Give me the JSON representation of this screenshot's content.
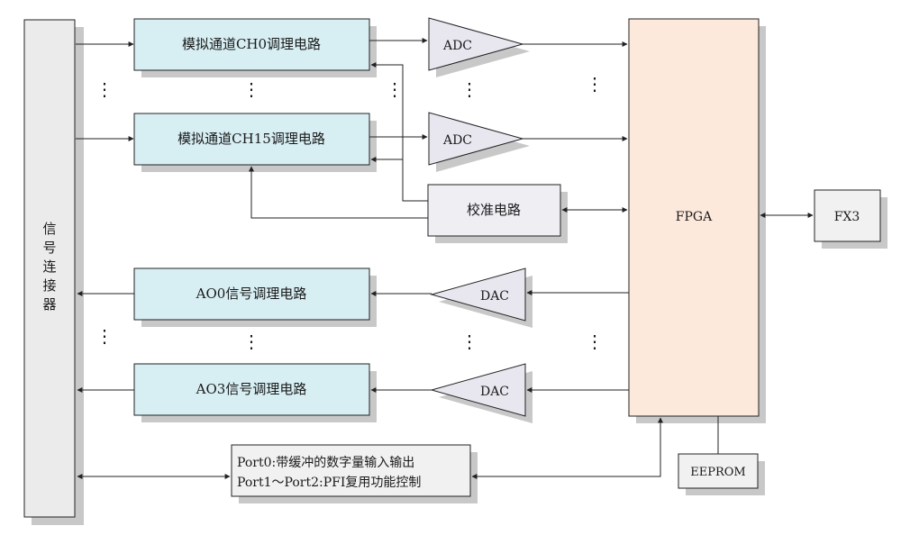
{
  "connector_label": [
    "信",
    "号",
    "连",
    "接",
    "器"
  ],
  "blocks": {
    "ch0": "模拟通道CH0调理电路",
    "ch15": "模拟通道CH15调理电路",
    "ao0": "AO0信号调理电路",
    "ao3": "AO3信号调理电路",
    "calibration": "校准电路",
    "fpga": "FPGA",
    "fx3": "FX3",
    "eeprom": "EEPROM",
    "port_line1": "Port0:带缓冲的数字量输入输出",
    "port_line2": "Port1～Port2:PFI复用功能控制"
  },
  "amplifiers": {
    "adc_top": "ADC",
    "adc_bottom": "ADC",
    "dac_top": "DAC",
    "dac_bottom": "DAC"
  },
  "ellipsis": "⋮",
  "colors": {
    "connector_fill": "#ebebeb",
    "channel_fill": "#d7eef3",
    "amp_fill": "#e8e7f0",
    "calib_fill": "#efeef3",
    "fpga_fill": "#fde8dc",
    "box_fill": "#f1f1f1",
    "shadow": "#c8c8c8",
    "line": "#222222"
  }
}
